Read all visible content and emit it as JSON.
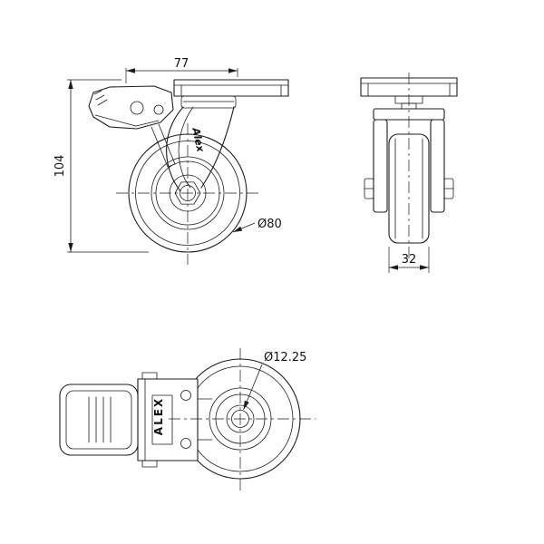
{
  "colors": {
    "line": "#1c1c1c",
    "background": "#ffffff"
  },
  "views": {
    "side": {
      "dim_top_width": "77",
      "dim_overall_height": "104",
      "dim_wheel_diameter": "Ø80",
      "logo": "Alex"
    },
    "front": {
      "dim_wheel_width": "32"
    },
    "plan": {
      "dim_bolt_hole_diameter": "Ø12.25",
      "logo": "ALEX"
    }
  }
}
